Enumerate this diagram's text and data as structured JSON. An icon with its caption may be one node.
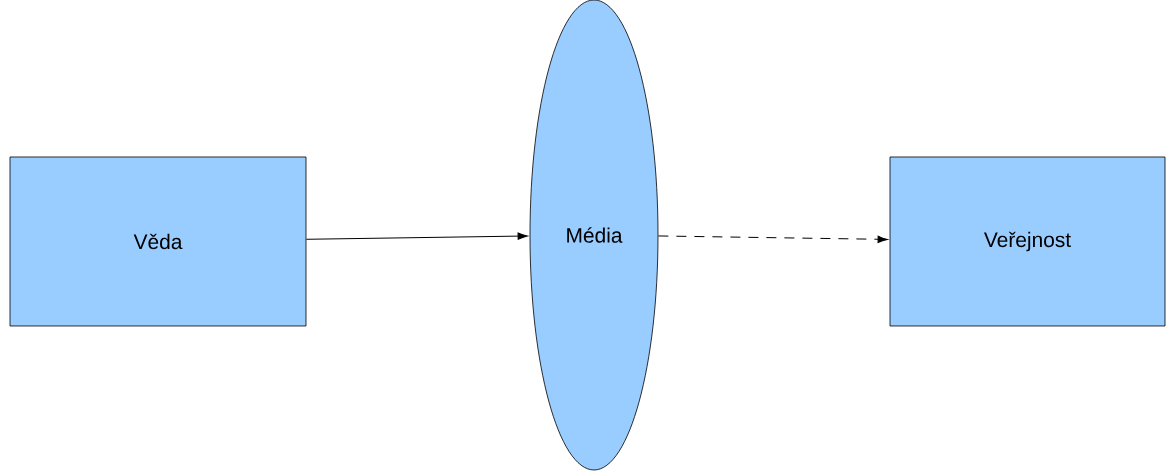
{
  "diagram": {
    "nodes": [
      {
        "text": [
          "Věda"
        ]
      },
      {
        "text": [
          "Média"
        ]
      },
      {
        "text": [
          "Veřejnost"
        ]
      }
    ],
    "edges": [
      {
        "from": 0,
        "to": 1,
        "arrow": "to"
      },
      {
        "from": 1,
        "to": 2,
        "arrow": "to",
        "style": "dashed"
      }
    ]
  }
}
